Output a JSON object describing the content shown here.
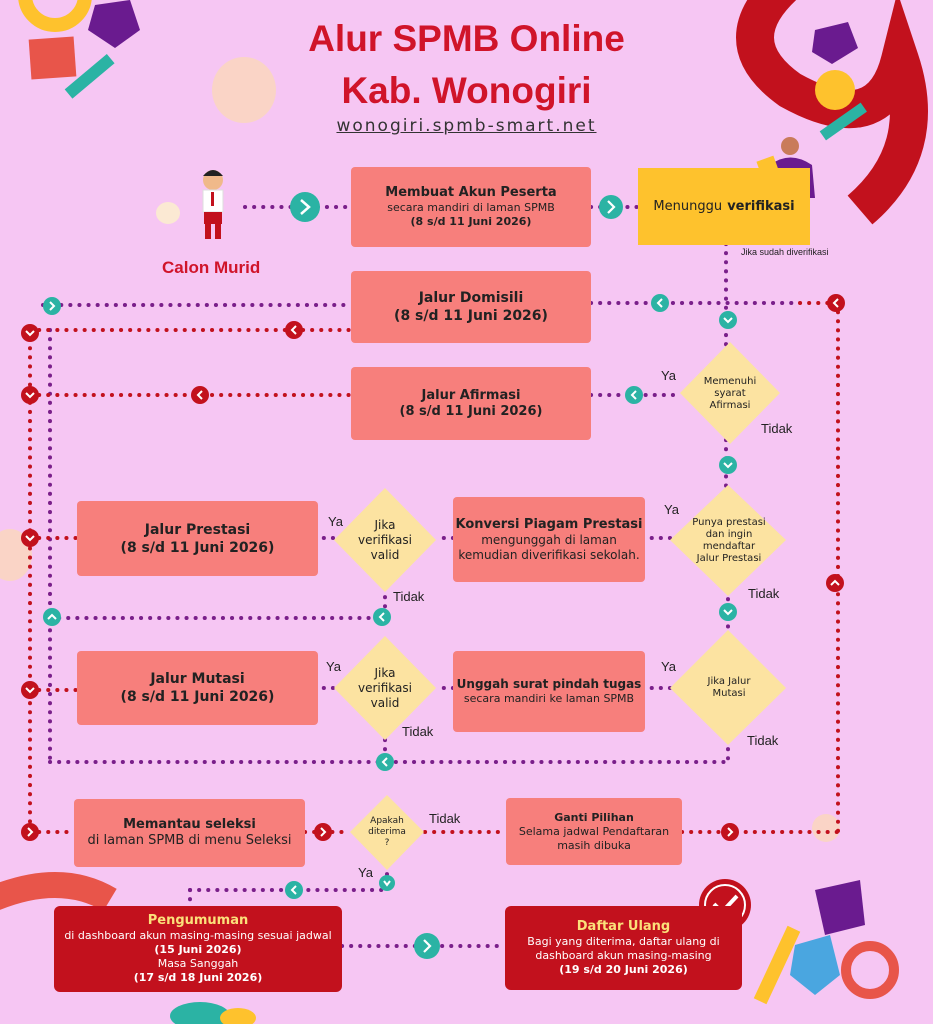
{
  "title": {
    "line1": "Alur SPMB Online",
    "line2": "Kab. Wonogiri",
    "url": "wonogiri.spmb-smart.net"
  },
  "calon_murid": "Calon Murid",
  "steps": {
    "akun": {
      "title": "Membuat Akun Peserta",
      "desc": "secara mandiri di laman SPMB",
      "date": "(8 s/d 11 Juni 2026)"
    },
    "verifikasi": {
      "text": "Menunggu",
      "bold": "verifikasi"
    },
    "sudah_verifikasi": "Jika sudah diverifikasi",
    "domisili": {
      "title": "Jalur Domisili",
      "date": "(8 s/d 11 Juni 2026)"
    },
    "afirmasi": {
      "title": "Jalur Afirmasi",
      "date": "(8 s/d 11 Juni 2026)"
    },
    "prestasi": {
      "title": "Jalur Prestasi",
      "date": "(8 s/d 11 Juni 2026)"
    },
    "konversi": {
      "title": "Konversi Piagam Prestasi",
      "desc1": "mengunggah di laman",
      "desc2": "kemudian diverifikasi sekolah."
    },
    "mutasi": {
      "title": "Jalur Mutasi",
      "date": "(8 s/d 11 Juni 2026)"
    },
    "unggah": {
      "title": "Unggah surat pindah tugas",
      "desc": "secara mandiri ke laman SPMB"
    },
    "memantau": {
      "title": "Memantau seleksi",
      "desc": "di laman SPMB di menu Seleksi"
    },
    "ganti": {
      "title": "Ganti Pilihan",
      "desc1": "Selama jadwal Pendaftaran",
      "desc2": "masih dibuka"
    },
    "pengumuman": {
      "title": "Pengumuman",
      "desc": "di dashboard akun masing-masing sesuai jadwal",
      "date": "(15 Juni 2026)",
      "sanggah": "Masa Sanggah",
      "sanggah_date": "(17 s/d 18 Juni 2026)"
    },
    "daftar_ulang": {
      "title": "Daftar Ulang",
      "desc1": "Bagi yang diterima, daftar ulang di",
      "desc2": "dashboard akun masing-masing",
      "date": "(19 s/d 20 Juni 2026)"
    }
  },
  "decisions": {
    "afirmasi": [
      "Memenuhi",
      "syarat",
      "Afirmasi"
    ],
    "prestasi": [
      "Punya prestasi",
      "dan ingin",
      "mendaftar",
      "Jalur Prestasi"
    ],
    "valid_prestasi": [
      "Jika",
      "verifikasi",
      "valid"
    ],
    "mutasi": [
      "Jika Jalur",
      "Mutasi"
    ],
    "valid_mutasi": [
      "Jika",
      "verifikasi",
      "valid"
    ],
    "diterima": [
      "Apakah",
      "diterima",
      "?"
    ]
  },
  "labels": {
    "ya": "Ya",
    "tidak": "Tidak"
  },
  "colors": {
    "background": "#f6c6f3",
    "box": "#f77f7c",
    "dark_box": "#c2111d",
    "yellow": "#fec22d",
    "diamond": "#fce3a1",
    "path": "#7a1f8a",
    "red_path": "#c2111d",
    "teal": "#2bb3a4"
  }
}
